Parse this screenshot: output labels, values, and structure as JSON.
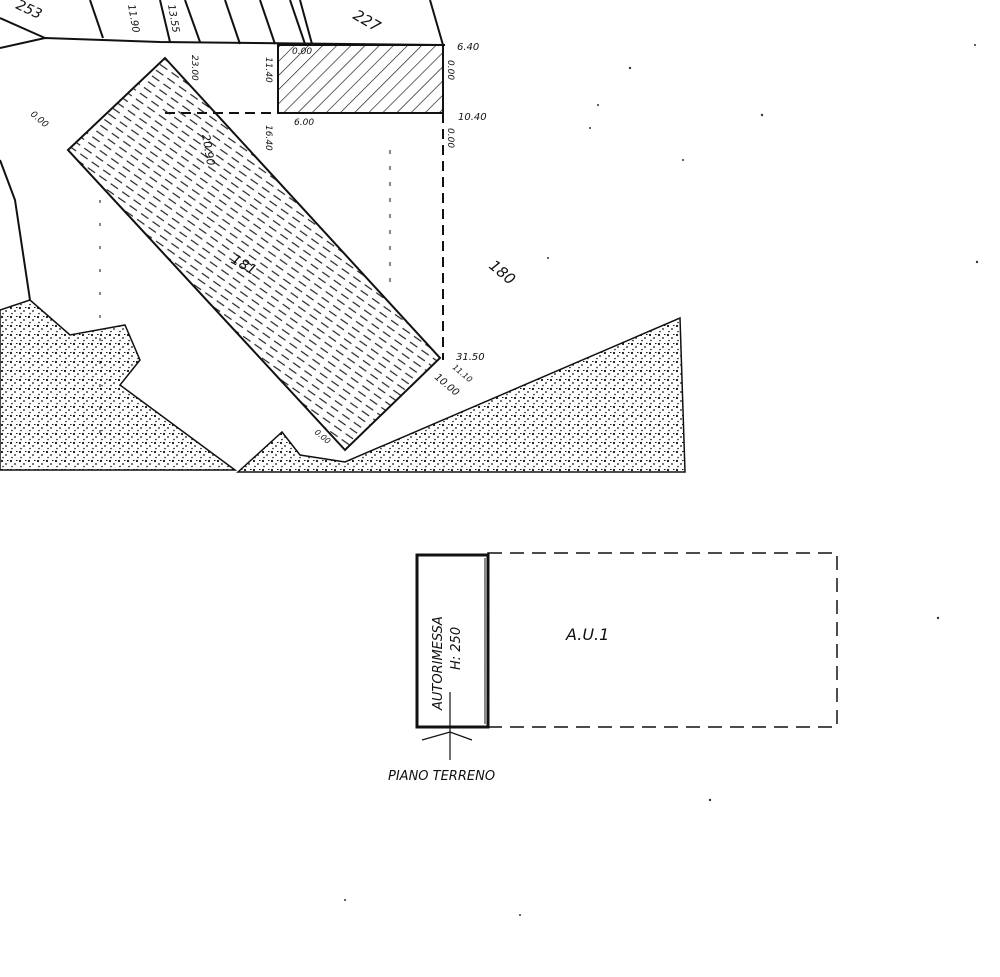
{
  "site_plan": {
    "parcels": {
      "p253": "253",
      "p227": "227",
      "p181": "181",
      "p180": "180"
    },
    "dimensions": {
      "d1190": "11.90",
      "d1355": "13.55",
      "d2300": "23.00",
      "d1140": "11.40",
      "d000a": "0.00",
      "d640": "6.40",
      "d000b": "0.00",
      "d1040": "10.40",
      "d000c": "0.00",
      "d600": "6.00",
      "d1640": "16.40",
      "d2090": "20.90",
      "d000d": "0.00",
      "d3150": "31.50",
      "d1110": "11.10",
      "d1000": "10.00",
      "d000e": "0.00"
    }
  },
  "floor_plan": {
    "garage_label": "AUTORIMESSA",
    "garage_height": "H: 250",
    "unit_label": "A.U.1",
    "level_label": "PIANO TERRENO"
  }
}
